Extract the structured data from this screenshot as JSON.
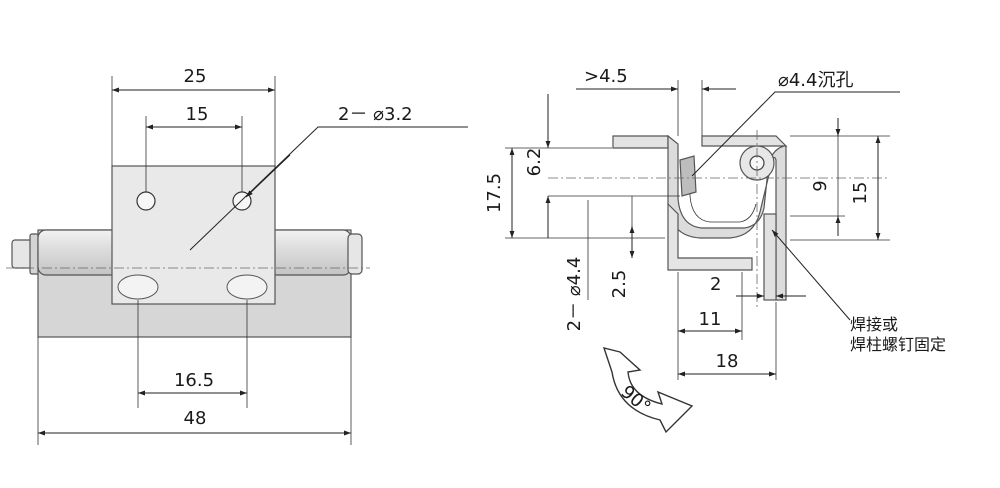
{
  "front_view": {
    "dim_top_width": "25",
    "dim_hole_pitch_top": "15",
    "hole_callout": "2－ ⌀3.2",
    "dim_hole_pitch_bottom": "16.5",
    "dim_total_length": "48"
  },
  "side_view": {
    "dim_gap": ">4.5",
    "counterbore_callout": "⌀4.4沉孔",
    "dim_17_5": "17.5",
    "dim_6_2": "6.2",
    "dim_4_4": "2－ ⌀4.4",
    "dim_2_5": "2.5",
    "dim_2": "2",
    "dim_11": "11",
    "dim_18": "18",
    "dim_9": "9",
    "dim_15": "15",
    "weld_note_line1": "焊接或",
    "weld_note_line2": "焊柱螺钉固定",
    "rotation_label": "90°"
  },
  "colors": {
    "part_fill": "#d9d9d9",
    "part_edge": "#555555",
    "line": "#222222"
  }
}
